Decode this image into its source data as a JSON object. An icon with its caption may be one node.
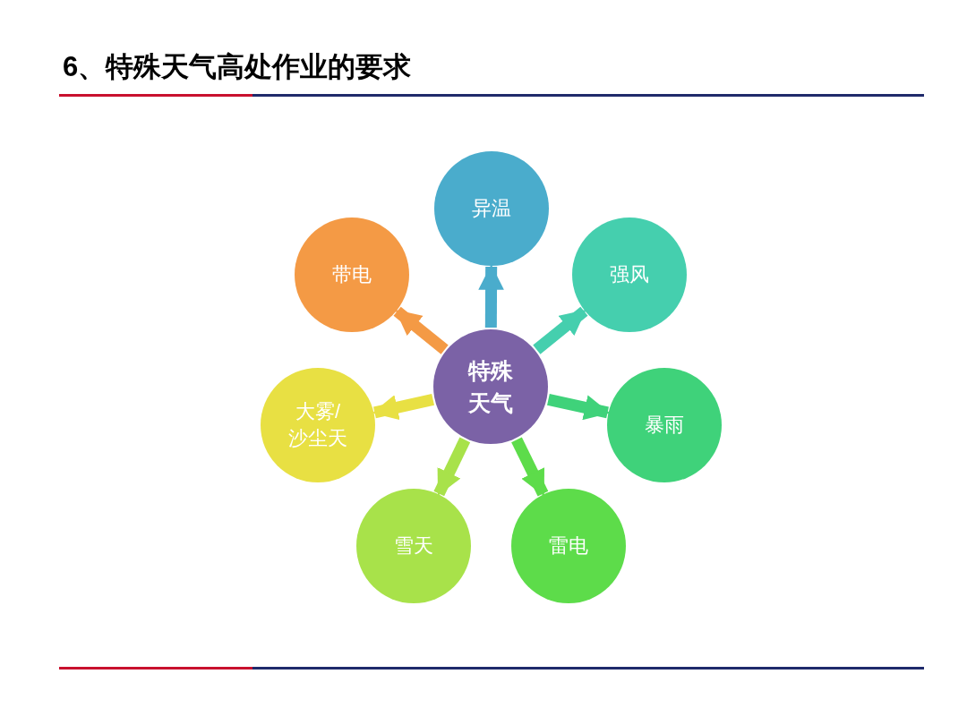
{
  "diagram": {
    "title": "6、特殊天气高处作业的要求",
    "nodes": [
      {
        "text": [
          "特殊天气"
        ]
      },
      {
        "text": [
          "异温"
        ]
      },
      {
        "text": [
          "强风"
        ]
      },
      {
        "text": [
          "暴雨"
        ]
      },
      {
        "text": [
          "雷电"
        ]
      },
      {
        "text": [
          "雪天"
        ]
      },
      {
        "text": [
          "大雾/沙尘天"
        ]
      },
      {
        "text": [
          "带电"
        ]
      }
    ],
    "edges": [
      {
        "from": 0,
        "to": 1,
        "arrow": "to",
        "color": "#4aaccc"
      },
      {
        "from": 0,
        "to": 2,
        "arrow": "to",
        "color": "#45cfae"
      },
      {
        "from": 0,
        "to": 3,
        "arrow": "to",
        "color": "#3fd27a"
      },
      {
        "from": 0,
        "to": 4,
        "arrow": "to",
        "color": "#5ddc4a"
      },
      {
        "from": 0,
        "to": 5,
        "arrow": "to",
        "color": "#a8e24a"
      },
      {
        "from": 0,
        "to": 6,
        "arrow": "to",
        "color": "#e8e043"
      },
      {
        "from": 0,
        "to": 7,
        "arrow": "to",
        "color": "#f49a45"
      }
    ]
  }
}
